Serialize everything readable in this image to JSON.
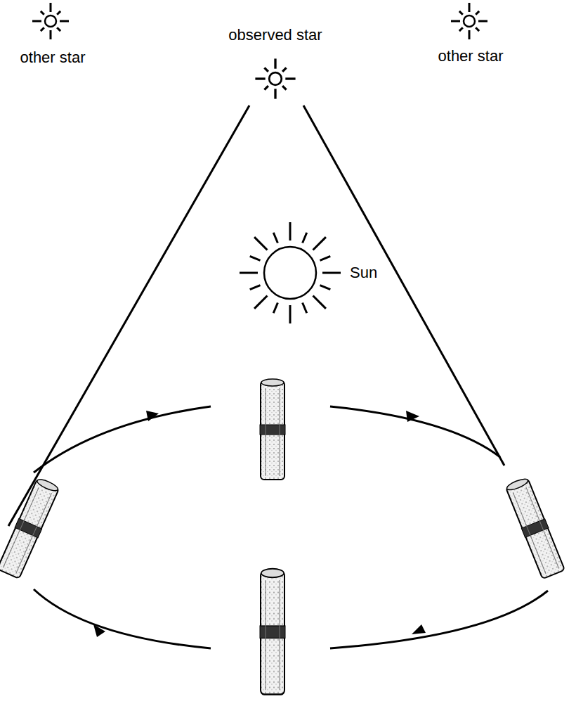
{
  "diagram": {
    "labels": [
      "other star",
      "observed star",
      "other star",
      "Sun"
    ]
  }
}
